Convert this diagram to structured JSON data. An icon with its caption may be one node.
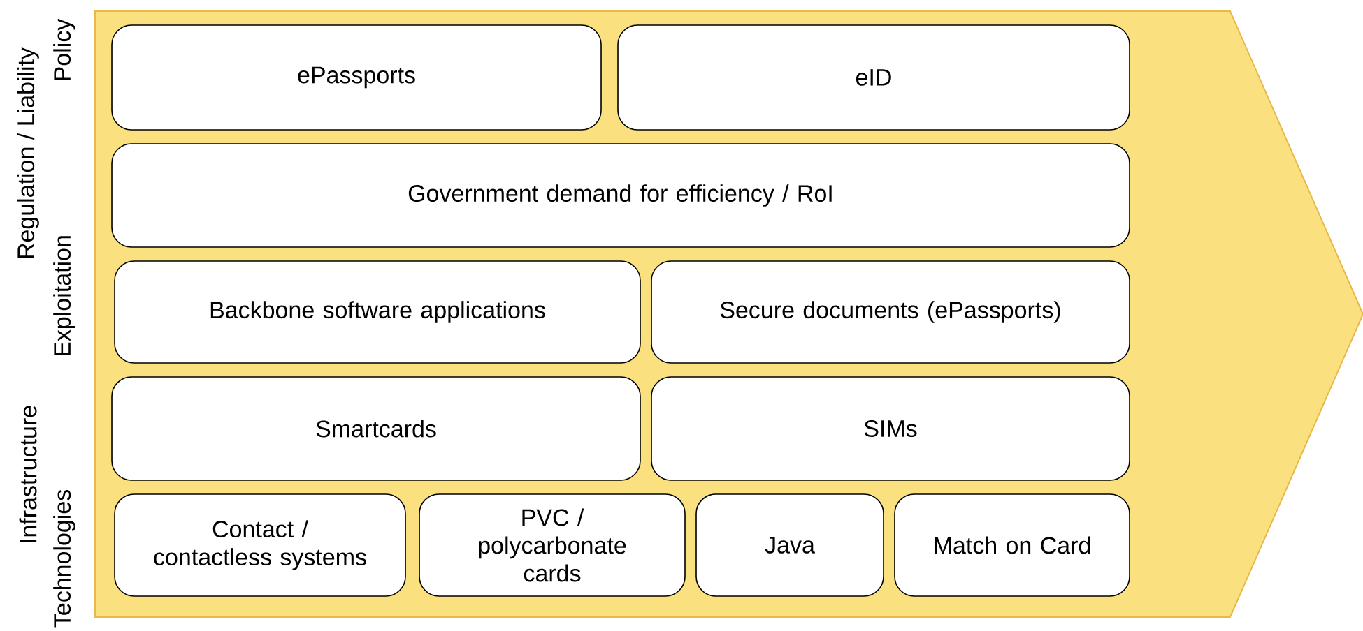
{
  "diagram": {
    "nodes": [
      {
        "text": [],
        "shape": "arrow"
      },
      {
        "text": [
          "ePassports"
        ],
        "in": 0
      },
      {
        "text": [
          "eID"
        ],
        "in": 0
      },
      {
        "text": [
          "Government demand for efficiency / RoI"
        ],
        "in": 0
      },
      {
        "text": [
          "Backbone software applications"
        ],
        "in": 0
      },
      {
        "text": [
          "Secure documents (ePassports)"
        ],
        "in": 0
      },
      {
        "text": [
          "Smartcards"
        ],
        "in": 0
      },
      {
        "text": [
          "SIMs"
        ],
        "in": 0
      },
      {
        "text": [
          "Contact / contactless systems"
        ],
        "in": 0
      },
      {
        "text": [
          "PVC / polycarbonate cards"
        ],
        "in": 0
      },
      {
        "text": [
          "Java"
        ],
        "in": 0
      },
      {
        "text": [
          "Match on Card"
        ],
        "in": 0
      }
    ],
    "labels": [
      "Regulation / Liability",
      "Infrastructure",
      "Policy",
      "Exploitation",
      "Technologies"
    ]
  }
}
